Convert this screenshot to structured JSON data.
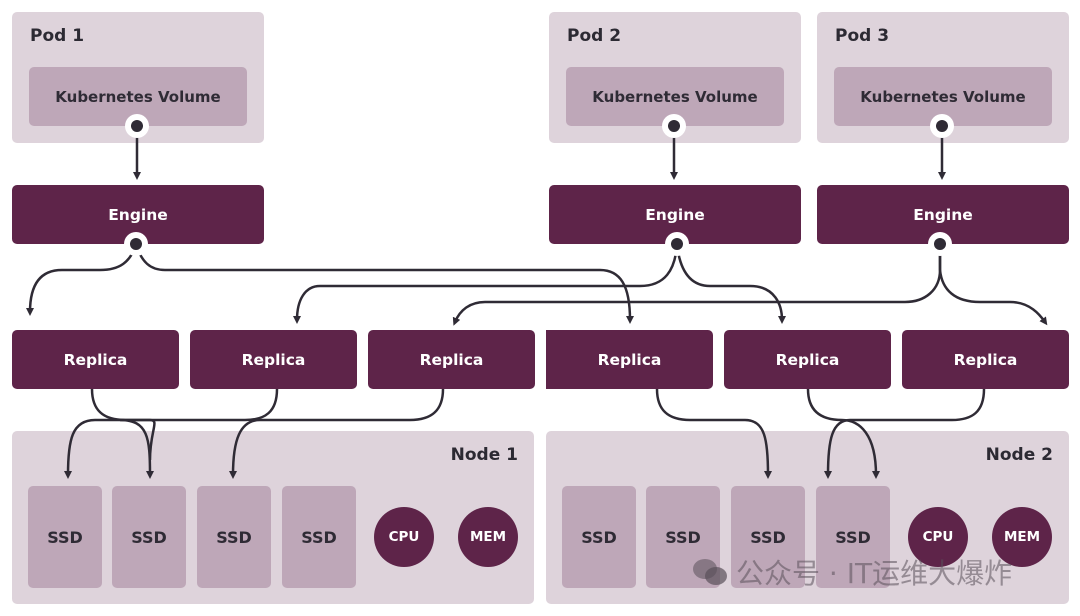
{
  "pods": [
    {
      "title": "Pod 1",
      "volume": "Kubernetes Volume",
      "engine": "Engine"
    },
    {
      "title": "Pod 2",
      "volume": "Kubernetes Volume",
      "engine": "Engine"
    },
    {
      "title": "Pod 3",
      "volume": "Kubernetes Volume",
      "engine": "Engine"
    }
  ],
  "replicas": [
    "Replica",
    "Replica",
    "Replica",
    "Replica",
    "Replica",
    "Replica"
  ],
  "nodes": [
    {
      "title": "Node 1",
      "disks": [
        "SSD",
        "SSD",
        "SSD",
        "SSD"
      ],
      "cpu": "CPU",
      "mem": "MEM"
    },
    {
      "title": "Node 2",
      "disks": [
        "SSD",
        "SSD",
        "SSD",
        "SSD"
      ],
      "cpu": "CPU",
      "mem": "MEM"
    }
  ],
  "watermark": "公众号 · IT运维大爆炸",
  "colors": {
    "dark": "#5e2449",
    "light": "#ded3db",
    "mid": "#bea7b8",
    "line": "#2f2b35"
  }
}
